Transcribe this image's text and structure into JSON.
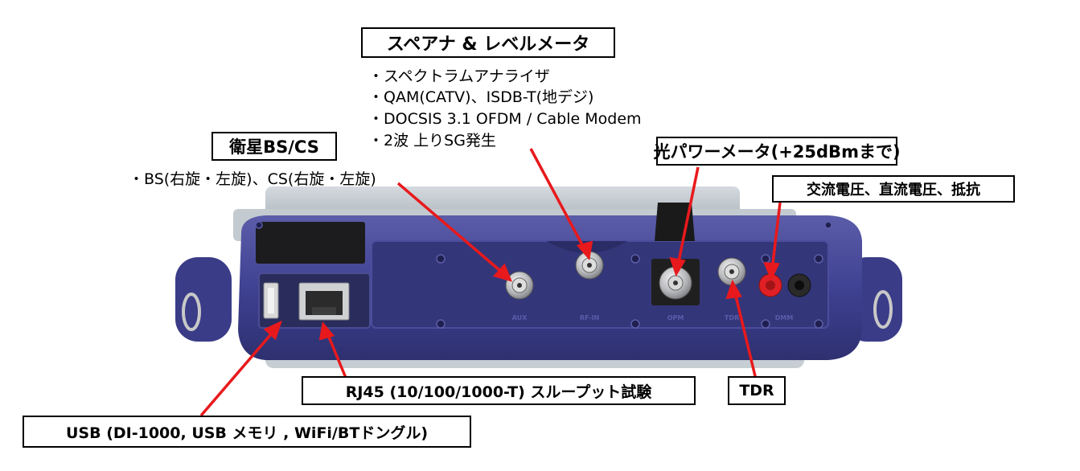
{
  "labels": {
    "spectrum_title": "スペアナ & レベルメータ",
    "spectrum_items": [
      "・スペクトラムアナライザ",
      "・QAM(CATV)、ISDB-T(地デジ)",
      "・DOCSIS 3.1 OFDM / Cable Modem",
      "・2波 上りSG発生"
    ],
    "satellite_title": "衛星BS/CS",
    "satellite_desc": "・BS(右旋・左旋)、CS(右旋・左旋)",
    "optical_title": "光パワーメータ(+25dBmまで)",
    "dmm_title": "交流電圧、直流電圧、抵抗",
    "rj45_title": "RJ45 (10/100/1000-T) スループット試験",
    "tdr_title": "TDR",
    "usb_title": "USB (DI-1000, USB メモリ , WiFi/BTドングル)"
  },
  "ports": {
    "aux": "AUX",
    "rfin": "RF-IN",
    "opm": "OPM",
    "tdr": "TDR",
    "dmm": "DMM"
  },
  "colors": {
    "arrow": "#e8191c",
    "body": "#3d3f8f",
    "panel": "#2d2f5e",
    "handle": "#b9c2c8",
    "connector": "#c9cacc",
    "dmm_red": "#e02025"
  }
}
